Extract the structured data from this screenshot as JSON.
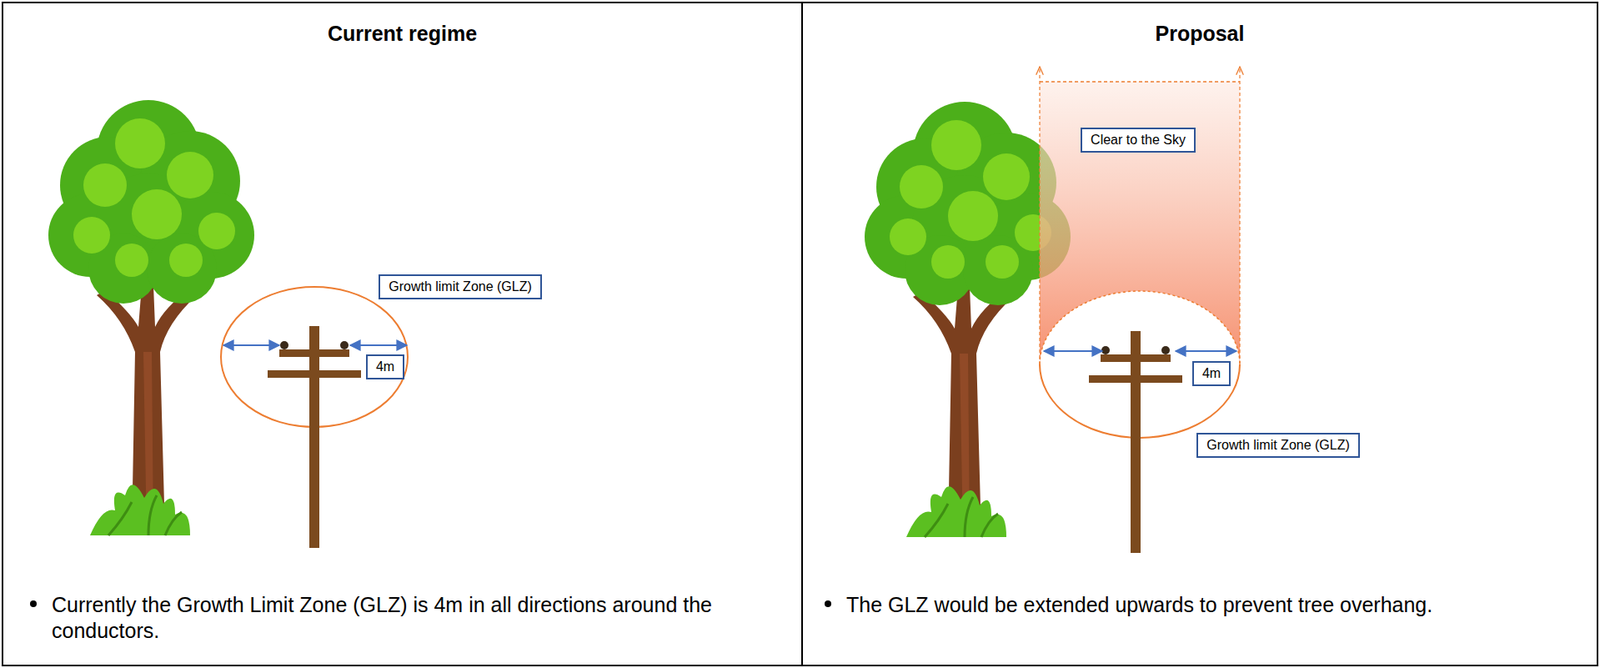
{
  "diagram": {
    "nodes": [
      {
        "text": [
          "Current regime",
          "Currently the Growth Limit Zone (GLZ) is 4m in all directions around the conductors."
        ]
      },
      {
        "text": [
          "Growth limit Zone (GLZ)"
        ],
        "in": 0
      },
      {
        "text": [
          "4m"
        ],
        "in": 0
      },
      {
        "text": [
          "Proposal",
          "The GLZ would be extended upwards to prevent tree overhang."
        ]
      },
      {
        "text": [
          "Clear to the Sky"
        ],
        "in": 3
      },
      {
        "text": [
          "4m"
        ],
        "in": 3
      },
      {
        "text": [
          "Growth limit Zone (GLZ)"
        ],
        "in": 3
      }
    ],
    "edges": []
  }
}
